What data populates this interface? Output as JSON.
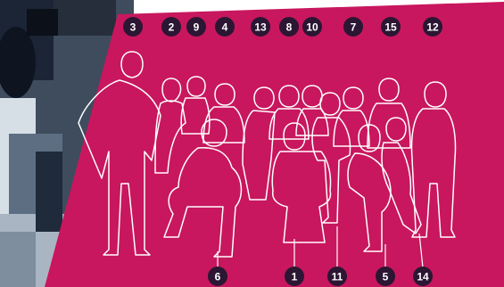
{
  "colors": {
    "panel": "#C8175E",
    "badge": "#2B1633",
    "outline": "#FFFFFF",
    "photo_dark": "#1B2536",
    "photo_mid": "#5D6E82",
    "photo_light": "#D6DEE6"
  },
  "badges": {
    "b3": "3",
    "b2": "2",
    "b9": "9",
    "b4": "4",
    "b13": "13",
    "b8": "8",
    "b10": "10",
    "b7": "7",
    "b15": "15",
    "b12": "12",
    "b6": "6",
    "b1": "1",
    "b11": "11",
    "b5": "5",
    "b14": "14"
  }
}
